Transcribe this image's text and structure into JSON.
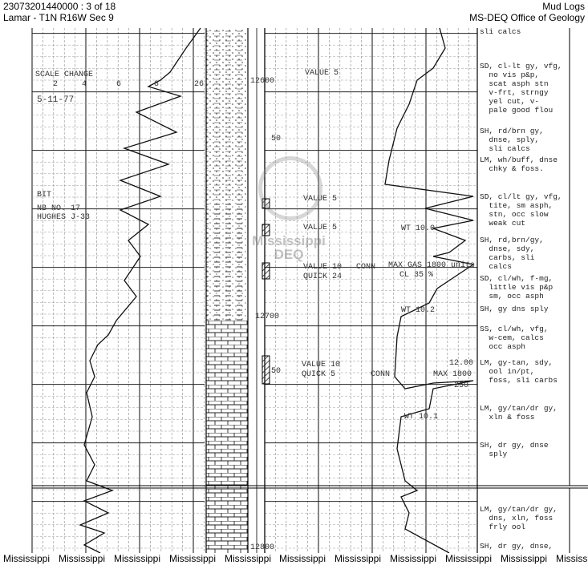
{
  "header": {
    "doc_id": "23073201440000 : 3 of 18",
    "location": "Lamar - T1N R16W Sec 9",
    "doc_type": "Mud Logs",
    "agency": "MS-DEQ Office of Geology"
  },
  "left_track": {
    "scale_change": "SCALE CHANGE",
    "scale_ticks": [
      "2",
      "4",
      "6",
      "8",
      "26"
    ],
    "date": "5-11-77",
    "bit_label": "BIT",
    "bit_no": "NB NO. 17",
    "bit_type": "HUGHES J-33"
  },
  "depths": [
    "12600",
    "50",
    "12700",
    "50",
    "12800"
  ],
  "gas_track": {
    "notes": [
      "VALUE 5",
      "VALUE 5",
      "VALUE 5",
      "VALUE 10",
      "CONN",
      "QUICK 24",
      "MAX GAS 1800 units",
      "CL 35 %",
      "WT 10.0",
      "WT 10.2",
      "VALUE 10",
      "QUICK 5",
      "CONN",
      "MAX 1800",
      "12.00",
      "250",
      "WT 10.1"
    ]
  },
  "descriptions": [
    "sli calcs",
    "SD, cl-lt gy, vfg,\n  no vis p&p,\n  scat asph stn\n  v-frt, strngy\n  yel cut, v-\n  pale good flou",
    "SH, rd/brn gy,\n  dnse, sply,\n  sli calcs",
    "LM, wh/buff, dnse\n  chky & foss.",
    "SD, cl/lt gy, vfg,\n  tite, sm asph,\n  stn, occ slow\n  weak cut",
    "SH, rd,brn/gy,\n  dnse, sdy,\n  carbs, sli\n  calcs",
    "SD, cl/wh, f-mg,\n  little vis p&p\n  sm, occ asph",
    "SH, gy dns sply",
    "SS, cl/wh, vfg,\n  w-cem, calcs\n  occ asph",
    "LM, gy-tan, sdy,\n  ool in/pt,\n  foss, sli carbs",
    "LM, gy/tan/dr gy,\n  xln & foss",
    "SH, dr gy, dnse\n  sply",
    "LM, gy/tan/dr gy,\n  dns, xln, foss\n  frly ool",
    "SH, dr gy, dnse,"
  ],
  "watermark": {
    "line1": "Mississippi",
    "line2": "DEQ"
  },
  "footer": [
    "Mississippi",
    "Mississippi",
    "Mississippi",
    "Mississippi",
    "Mississippi",
    "Mississippi",
    "Mississippi",
    "Mississippi",
    "Mississippi",
    "Mississippi",
    "Mississippi"
  ]
}
